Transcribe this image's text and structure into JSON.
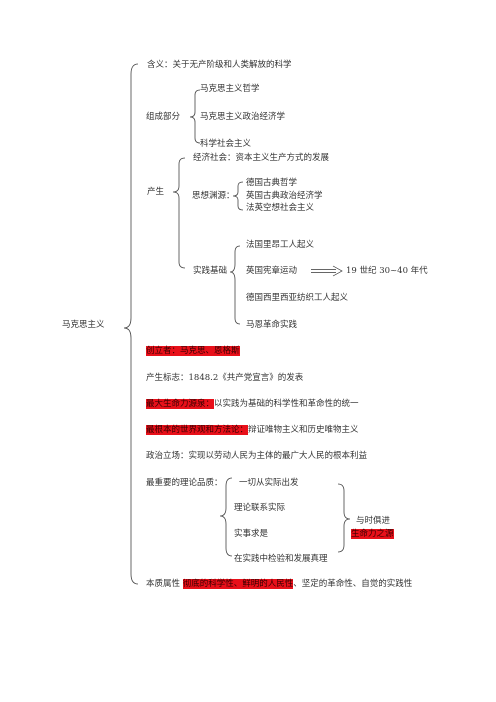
{
  "root": "马克思主义",
  "meaning": "含义：关于无产阶级和人类解放的科学",
  "composition": {
    "label": "组成部分",
    "items": [
      "马克思主义哲学",
      "马克思主义政治经济学",
      "科学社会主义"
    ]
  },
  "origin": {
    "label": "产生",
    "economic": "经济社会：资本主义生产方式的发展",
    "thought": {
      "label": "思想渊源：",
      "items": [
        "德国古典哲学",
        "英国古典政治经济学",
        "法英空想社会主义"
      ]
    },
    "practice": {
      "label": "实践基础",
      "items": [
        "法国里昂工人起义",
        "英国宪章运动",
        "德国西里西亚纺织工人起义",
        "马恩革命实践"
      ],
      "period": "19 世纪 30~40 年代"
    }
  },
  "founders": {
    "label": "创立者：",
    "value": "马克思、恩格斯"
  },
  "symbol": "产生标志：1848.2《共产党宣言》的发表",
  "vitality": {
    "label": "最大生命力源泉：",
    "value": "以实践为基础的科学性和革命性的统一"
  },
  "viewpoint": {
    "label": "最根本的世界观和方法论：",
    "value": "辩证唯物主义和历史唯物主义"
  },
  "position": "政治立场：实现以劳动人民为主体的最广大人民的根本利益",
  "quality": {
    "label": "最重要的理论品质：",
    "items": [
      "一切从实际出发",
      "理论联系实际",
      "实事求是",
      "在实践中检验和发展真理"
    ],
    "result": "与时俱进",
    "result_sub": "生命力之源"
  },
  "essence": {
    "label": "本质属性",
    "highlight1": "彻底的科学性",
    "sep": "、",
    "highlight2": "鲜明的人民性",
    "rest": "、坚定的革命性、自觉的实践性"
  }
}
